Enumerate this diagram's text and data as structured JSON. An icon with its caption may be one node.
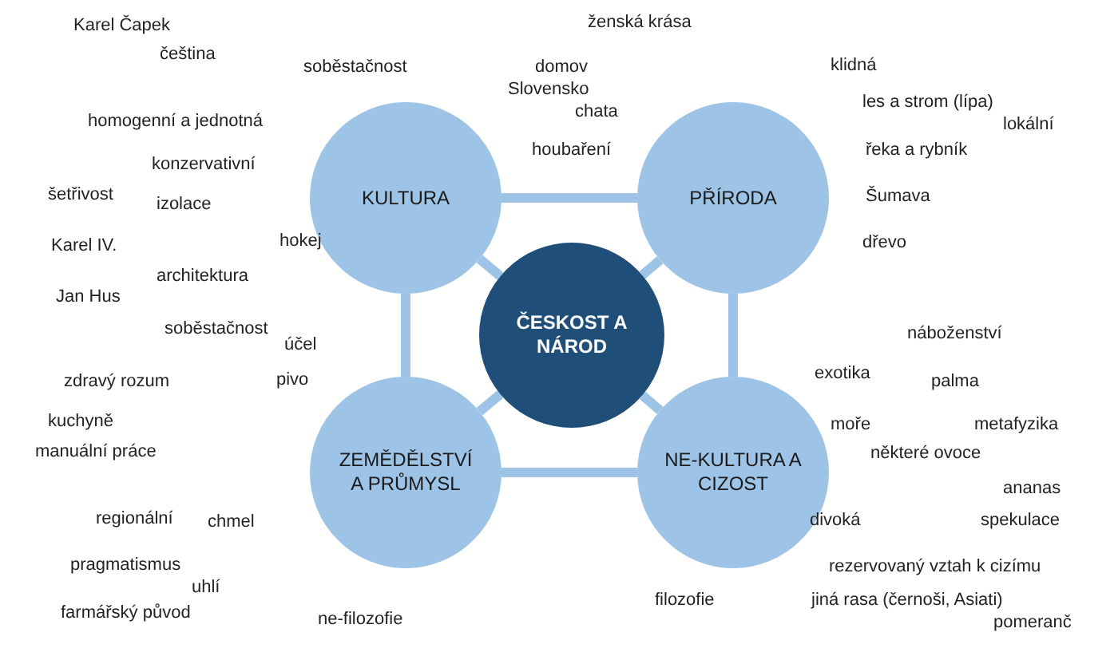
{
  "diagram": {
    "nodes": [
      {
        "text": [
          "KULTURA"
        ]
      },
      {
        "text": [
          "PŘÍRODA"
        ]
      },
      {
        "text": [
          "ČESKOST A NÁROD"
        ]
      },
      {
        "text": [
          "ZEMĚDĚLSTVÍ A PRŮMYSL"
        ]
      },
      {
        "text": [
          "NE-KULTURA A CIZOST"
        ]
      }
    ],
    "edges": [
      {
        "from": 0,
        "to": 1,
        "arrow": "none"
      },
      {
        "from": 1,
        "to": 4,
        "arrow": "none"
      },
      {
        "from": 4,
        "to": 3,
        "arrow": "none"
      },
      {
        "from": 3,
        "to": 0,
        "arrow": "none"
      },
      {
        "from": 2,
        "to": 0,
        "arrow": "none"
      },
      {
        "from": 2,
        "to": 1,
        "arrow": "none"
      },
      {
        "from": 2,
        "to": 3,
        "arrow": "none"
      },
      {
        "from": 2,
        "to": 4,
        "arrow": "none"
      }
    ],
    "labels": [
      "Karel Čapek",
      "ženská krása",
      "čeština",
      "soběstačnost",
      "domov",
      "klidná",
      "Slovensko",
      "chata",
      "homogenní a jednotná",
      "les a strom (lípa)",
      "lokální",
      "houbaření",
      "řeka a rybník",
      "konzervativní",
      "šetřivost",
      "izolace",
      "Šumava",
      "Karel IV.",
      "hokej",
      "dřevo",
      "architektura",
      "Jan Hus",
      "soběstačnost",
      "náboženství",
      "účel",
      "exotika",
      "zdravý rozum",
      "pivo",
      "palma",
      "kuchyně",
      "moře",
      "metafyzika",
      "manuální práce",
      "některé ovoce",
      "ananas",
      "regionální",
      "chmel",
      "divoká",
      "spekulace",
      "pragmatismus",
      "rezervovaný vztah k cizímu",
      "uhlí",
      "farmářský původ",
      "ne-filozofie",
      "filozofie",
      "jiná rasa (černoši, Asiati)",
      "pomeranč"
    ]
  }
}
